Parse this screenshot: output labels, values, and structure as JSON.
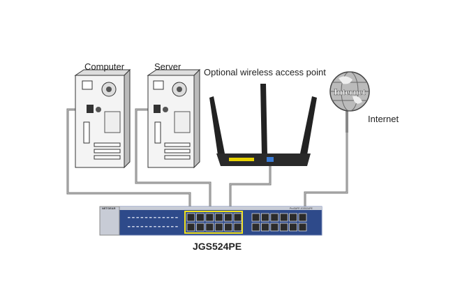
{
  "labels": {
    "computer": "Computer",
    "server": "Server",
    "access_point": "Optional wireless access point",
    "internet": "Internet",
    "switch_model": "JGS524PE"
  },
  "switch_branding": {
    "brand": "NETGEAR",
    "product": "ProSAFE JGS524PE"
  },
  "globe_text": "Internet",
  "colors": {
    "switch_body": "#2e4a8a",
    "poe_highlight": "#f2e21a",
    "cable": "#8a8a8a",
    "device": "#f0f0f0"
  }
}
